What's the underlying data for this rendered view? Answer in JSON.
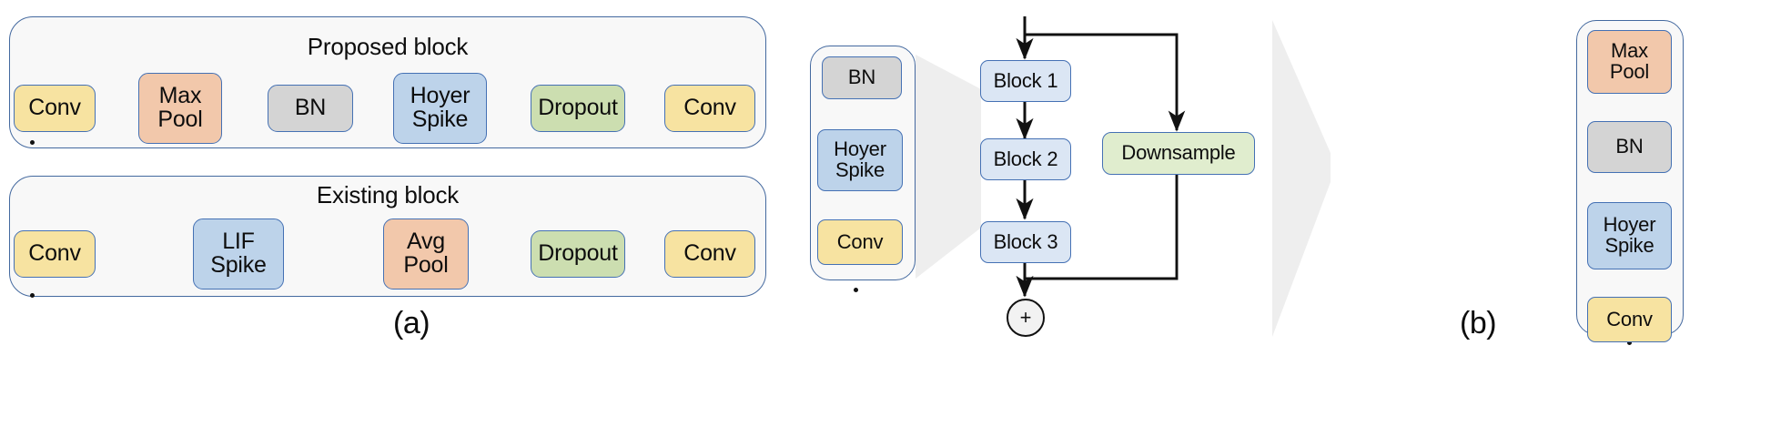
{
  "figure": {
    "panels": [
      {
        "id": "a",
        "caption": "(a)"
      },
      {
        "id": "b",
        "caption": "(b)"
      }
    ]
  },
  "panel_a": {
    "proposed": {
      "title": "Proposed block",
      "nodes": [
        {
          "label": "Conv",
          "kind": "conv"
        },
        {
          "label": "Max\nPool",
          "kind": "pool"
        },
        {
          "label": "BN",
          "kind": "bn"
        },
        {
          "label": "Hoyer\nSpike",
          "kind": "spike"
        },
        {
          "label": "Dropout",
          "kind": "drop"
        },
        {
          "label": "Conv",
          "kind": "conv"
        }
      ]
    },
    "existing": {
      "title": "Existing block",
      "nodes": [
        {
          "label": "Conv",
          "kind": "conv"
        },
        {
          "label": "LIF\nSpike",
          "kind": "spike"
        },
        {
          "label": "Avg\nPool",
          "kind": "pool"
        },
        {
          "label": "Dropout",
          "kind": "drop"
        },
        {
          "label": "Conv",
          "kind": "conv"
        }
      ]
    }
  },
  "panel_b": {
    "left_expansion": {
      "nodes": [
        {
          "label": "BN",
          "kind": "bn"
        },
        {
          "label": "Hoyer\nSpike",
          "kind": "spike"
        },
        {
          "label": "Conv",
          "kind": "conv"
        }
      ]
    },
    "main_column": {
      "nodes": [
        {
          "label": "Block 1",
          "kind": "block"
        },
        {
          "label": "Block 2",
          "kind": "block"
        },
        {
          "label": "Block 3",
          "kind": "block"
        }
      ],
      "merge_symbol": "+"
    },
    "shortcut": {
      "label": "Downsample",
      "kind": "down"
    },
    "right_expansion": {
      "nodes": [
        {
          "label": "Max\nPool",
          "kind": "pool"
        },
        {
          "label": "BN",
          "kind": "bn"
        },
        {
          "label": "Hoyer\nSpike",
          "kind": "spike"
        },
        {
          "label": "Conv",
          "kind": "conv"
        }
      ]
    }
  },
  "colors": {
    "conv": "#f7e3a1",
    "pool": "#f2c8ab",
    "bn": "#d4d4d4",
    "spike": "#bdd3ea",
    "dropout": "#ccdeb0",
    "block": "#dbe6f4",
    "downsample": "#e0edce",
    "border": "#4571b4",
    "container_border": "#44699f",
    "container_fill": "#f8f8f8",
    "arrow": "#111111",
    "funnel": "#eeeeee"
  }
}
